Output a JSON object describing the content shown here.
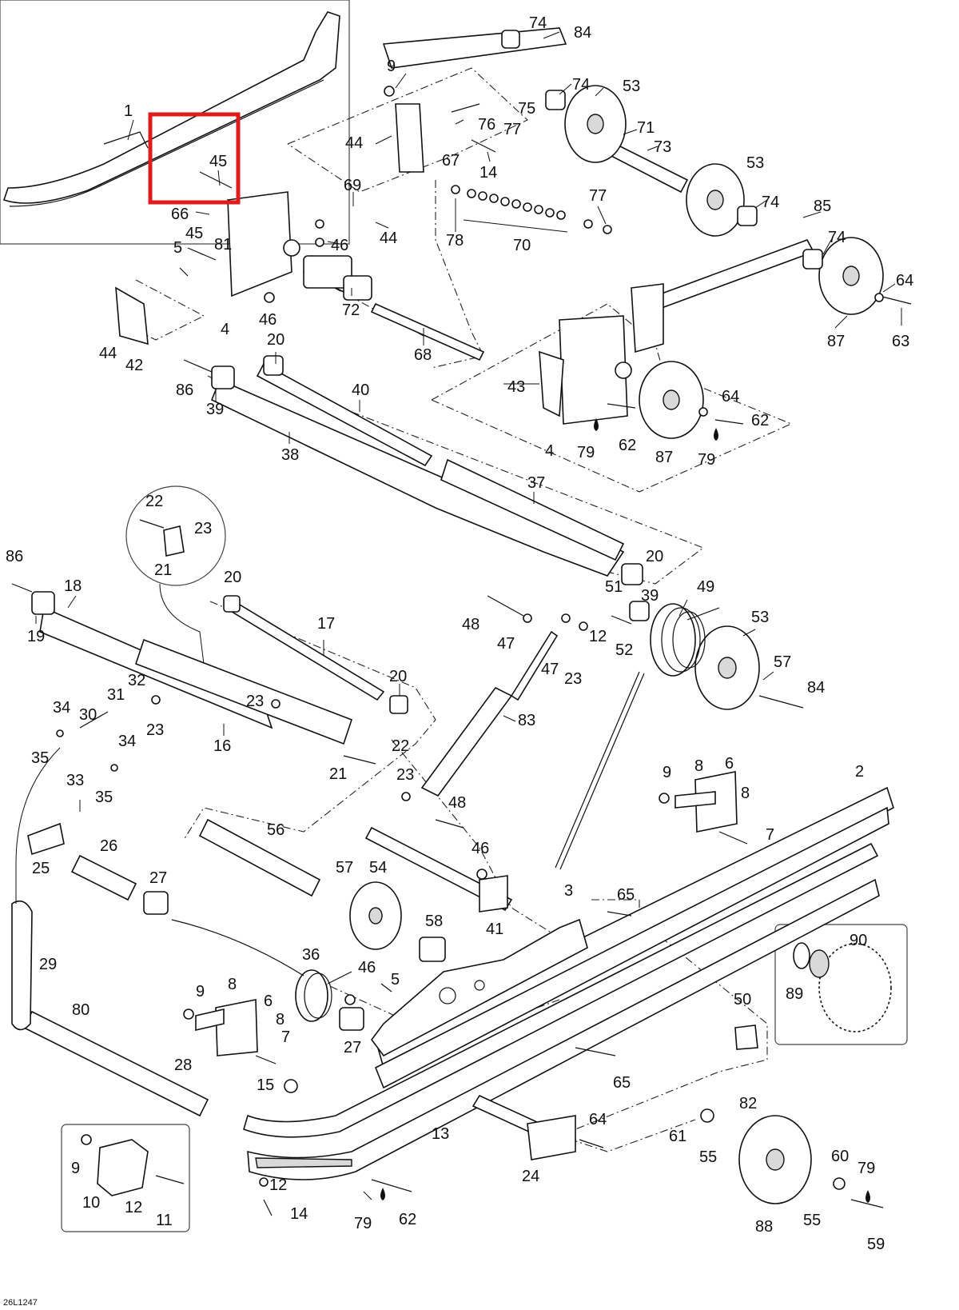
{
  "diagram": {
    "drawing_ref": "26L1247",
    "highlighted_part": "45",
    "labels": [
      {
        "id": "l1",
        "text": "1"
      },
      {
        "id": "l45a",
        "text": "45"
      },
      {
        "id": "l66",
        "text": "66"
      },
      {
        "id": "l81",
        "text": "81"
      },
      {
        "id": "l45b",
        "text": "45"
      },
      {
        "id": "l5a",
        "text": "5"
      },
      {
        "id": "l4a",
        "text": "4"
      },
      {
        "id": "l46a",
        "text": "46"
      },
      {
        "id": "l44a",
        "text": "44"
      },
      {
        "id": "l42",
        "text": "42"
      },
      {
        "id": "l9a",
        "text": "9"
      },
      {
        "id": "l44b",
        "text": "44"
      },
      {
        "id": "l74a",
        "text": "74"
      },
      {
        "id": "l84a",
        "text": "84"
      },
      {
        "id": "l74b",
        "text": "74"
      },
      {
        "id": "l53a",
        "text": "53"
      },
      {
        "id": "l75",
        "text": "75"
      },
      {
        "id": "l76",
        "text": "76"
      },
      {
        "id": "l77a",
        "text": "77"
      },
      {
        "id": "l71",
        "text": "71"
      },
      {
        "id": "l73",
        "text": "73"
      },
      {
        "id": "l67",
        "text": "67"
      },
      {
        "id": "l14a",
        "text": "14"
      },
      {
        "id": "l53b",
        "text": "53"
      },
      {
        "id": "l69",
        "text": "69"
      },
      {
        "id": "l44c",
        "text": "44"
      },
      {
        "id": "l46b",
        "text": "46"
      },
      {
        "id": "l77b",
        "text": "77"
      },
      {
        "id": "l74c",
        "text": "74"
      },
      {
        "id": "l85",
        "text": "85"
      },
      {
        "id": "l78",
        "text": "78"
      },
      {
        "id": "l70",
        "text": "70"
      },
      {
        "id": "l74d",
        "text": "74"
      },
      {
        "id": "l72",
        "text": "72"
      },
      {
        "id": "l64a",
        "text": "64"
      },
      {
        "id": "l68",
        "text": "68"
      },
      {
        "id": "l87a",
        "text": "87"
      },
      {
        "id": "l63",
        "text": "63"
      },
      {
        "id": "l20a",
        "text": "20"
      },
      {
        "id": "l40",
        "text": "40"
      },
      {
        "id": "l43",
        "text": "43"
      },
      {
        "id": "l64b",
        "text": "64"
      },
      {
        "id": "l86a",
        "text": "86"
      },
      {
        "id": "l39a",
        "text": "39"
      },
      {
        "id": "l62a",
        "text": "62"
      },
      {
        "id": "l4b",
        "text": "4"
      },
      {
        "id": "l79a",
        "text": "79"
      },
      {
        "id": "l62b",
        "text": "62"
      },
      {
        "id": "l87b",
        "text": "87"
      },
      {
        "id": "l79b",
        "text": "79"
      },
      {
        "id": "l38",
        "text": "38"
      },
      {
        "id": "l37",
        "text": "37"
      },
      {
        "id": "l22a",
        "text": "22"
      },
      {
        "id": "l23a",
        "text": "23"
      },
      {
        "id": "l21a",
        "text": "21"
      },
      {
        "id": "l86b",
        "text": "86"
      },
      {
        "id": "l18",
        "text": "18"
      },
      {
        "id": "l20b",
        "text": "20"
      },
      {
        "id": "l20c",
        "text": "20"
      },
      {
        "id": "l51",
        "text": "51"
      },
      {
        "id": "l49",
        "text": "49"
      },
      {
        "id": "l39b",
        "text": "39"
      },
      {
        "id": "l19",
        "text": "19"
      },
      {
        "id": "l17",
        "text": "17"
      },
      {
        "id": "l48a",
        "text": "48"
      },
      {
        "id": "l47a",
        "text": "47"
      },
      {
        "id": "l12a",
        "text": "12"
      },
      {
        "id": "l53c",
        "text": "53"
      },
      {
        "id": "l52",
        "text": "52"
      },
      {
        "id": "l47b",
        "text": "47"
      },
      {
        "id": "l23b",
        "text": "23"
      },
      {
        "id": "l57a",
        "text": "57"
      },
      {
        "id": "l84b",
        "text": "84"
      },
      {
        "id": "l20d",
        "text": "20"
      },
      {
        "id": "l32",
        "text": "32"
      },
      {
        "id": "l31",
        "text": "31"
      },
      {
        "id": "l34a",
        "text": "34"
      },
      {
        "id": "l30",
        "text": "30"
      },
      {
        "id": "l23c",
        "text": "23"
      },
      {
        "id": "l23d",
        "text": "23"
      },
      {
        "id": "l83",
        "text": "83"
      },
      {
        "id": "l35a",
        "text": "35"
      },
      {
        "id": "l34b",
        "text": "34"
      },
      {
        "id": "l16",
        "text": "16"
      },
      {
        "id": "l22b",
        "text": "22"
      },
      {
        "id": "l33",
        "text": "33"
      },
      {
        "id": "l35b",
        "text": "35"
      },
      {
        "id": "l21b",
        "text": "21"
      },
      {
        "id": "l23e",
        "text": "23"
      },
      {
        "id": "l48b",
        "text": "48"
      },
      {
        "id": "l9b",
        "text": "9"
      },
      {
        "id": "l8a",
        "text": "8"
      },
      {
        "id": "l6a",
        "text": "6"
      },
      {
        "id": "l8b",
        "text": "8"
      },
      {
        "id": "l2",
        "text": "2"
      },
      {
        "id": "l7a",
        "text": "7"
      },
      {
        "id": "l56",
        "text": "56"
      },
      {
        "id": "l25",
        "text": "25"
      },
      {
        "id": "l26",
        "text": "26"
      },
      {
        "id": "l46c",
        "text": "46"
      },
      {
        "id": "l57b",
        "text": "57"
      },
      {
        "id": "l54",
        "text": "54"
      },
      {
        "id": "l27a",
        "text": "27"
      },
      {
        "id": "l3",
        "text": "3"
      },
      {
        "id": "l65a",
        "text": "65"
      },
      {
        "id": "l41",
        "text": "41"
      },
      {
        "id": "l58",
        "text": "58"
      },
      {
        "id": "l90",
        "text": "90"
      },
      {
        "id": "l29",
        "text": "29"
      },
      {
        "id": "l36",
        "text": "36"
      },
      {
        "id": "l46d",
        "text": "46"
      },
      {
        "id": "l5b",
        "text": "5"
      },
      {
        "id": "l89",
        "text": "89"
      },
      {
        "id": "l9c",
        "text": "9"
      },
      {
        "id": "l8c",
        "text": "8"
      },
      {
        "id": "l6b",
        "text": "6"
      },
      {
        "id": "l50",
        "text": "50"
      },
      {
        "id": "l80",
        "text": "80"
      },
      {
        "id": "l8d",
        "text": "8"
      },
      {
        "id": "l7b",
        "text": "7"
      },
      {
        "id": "l27b",
        "text": "27"
      },
      {
        "id": "l65b",
        "text": "65"
      },
      {
        "id": "l28",
        "text": "28"
      },
      {
        "id": "l15",
        "text": "15"
      },
      {
        "id": "l13",
        "text": "13"
      },
      {
        "id": "l64c",
        "text": "64"
      },
      {
        "id": "l82",
        "text": "82"
      },
      {
        "id": "l61",
        "text": "61"
      },
      {
        "id": "l55a",
        "text": "55"
      },
      {
        "id": "l24",
        "text": "24"
      },
      {
        "id": "l60",
        "text": "60"
      },
      {
        "id": "l79c",
        "text": "79"
      },
      {
        "id": "l9d",
        "text": "9"
      },
      {
        "id": "l12b",
        "text": "12"
      },
      {
        "id": "l14b",
        "text": "14"
      },
      {
        "id": "l10",
        "text": "10"
      },
      {
        "id": "l12c",
        "text": "12"
      },
      {
        "id": "l11",
        "text": "11"
      },
      {
        "id": "l79d",
        "text": "79"
      },
      {
        "id": "l62c",
        "text": "62"
      },
      {
        "id": "l88",
        "text": "88"
      },
      {
        "id": "l55b",
        "text": "55"
      },
      {
        "id": "l59",
        "text": "59"
      }
    ]
  }
}
